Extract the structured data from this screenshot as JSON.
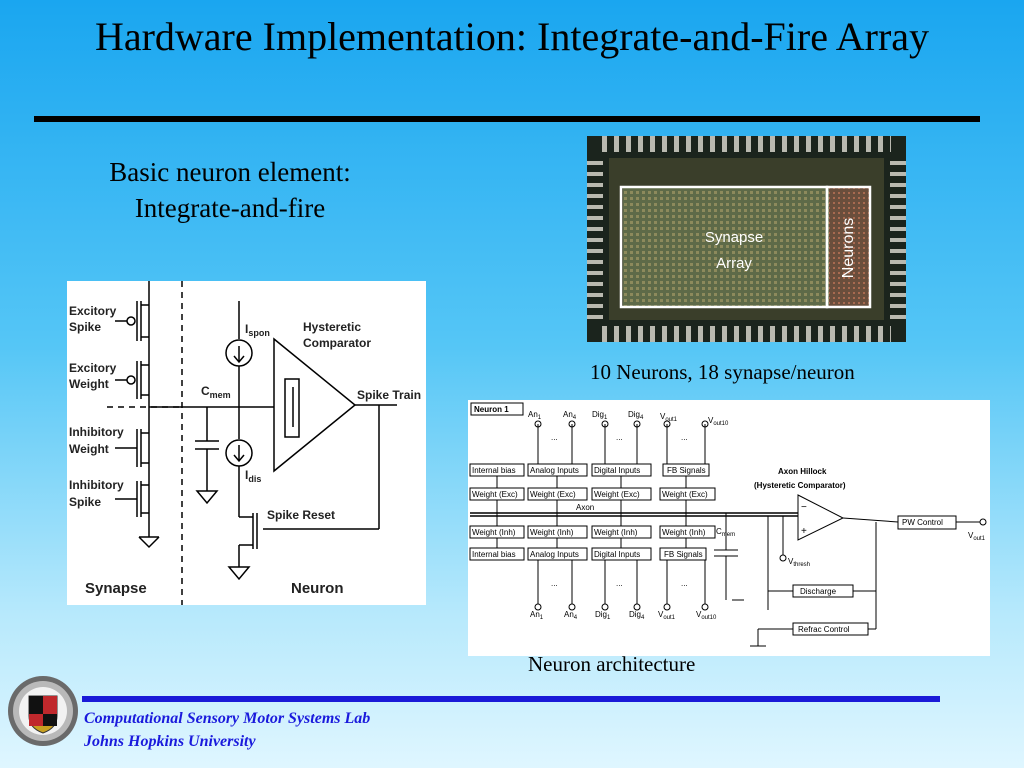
{
  "slide": {
    "title": "Hardware Implementation:  Integrate-and-Fire Array",
    "caption_left_line1": "Basic neuron element:",
    "caption_left_line2": "Integrate-and-fire",
    "chip_caption": "10 Neurons, 18 synapse/neuron",
    "architecture_caption": "Neuron architecture"
  },
  "chip_photo": {
    "synapse_label_line1": "Synapse",
    "synapse_label_line2": "Array",
    "neurons_label": "Neurons"
  },
  "circuit": {
    "excitory_spike": [
      "Excitory",
      "Spike"
    ],
    "excitory_weight": [
      "Excitory",
      "Weight"
    ],
    "inhibitory_weight": [
      "Inhibitory",
      "Weight"
    ],
    "inhibitory_spike": [
      "Inhibitory",
      "Spike"
    ],
    "i_spon": "I",
    "i_spon_sub": "spon",
    "i_dis": "I",
    "i_dis_sub": "dis",
    "c_mem": "C",
    "c_mem_sub": "mem",
    "comparator": [
      "Hysteretic",
      "Comparator"
    ],
    "spike_train": "Spike Train",
    "spike_reset": "Spike Reset",
    "synapse": "Synapse",
    "neuron": "Neuron"
  },
  "architecture": {
    "neuron1": "Neuron 1",
    "an1": "An",
    "an1_sub": "1",
    "an4": "An",
    "an4_sub": "4",
    "dig1": "Dig",
    "dig1_sub": "1",
    "dig4": "Dig",
    "dig4_sub": "4",
    "vout1": "V",
    "vout1_sub": "out1",
    "vout10": "V",
    "vout10_sub": "out10",
    "ellipsis": "...",
    "internal_bias": "Internal bias",
    "analog_inputs": "Analog Inputs",
    "digital_inputs": "Digital Inputs",
    "fb_signals": "FB Signals",
    "weight_exc": "Weight (Exc)",
    "weight_inh": "Weight (Inh)",
    "axon": "Axon",
    "axon_hillock": "Axon Hillock",
    "hysteretic_comparator": "(Hysteretic Comparator)",
    "cmem": "C",
    "cmem_sub": "mem",
    "vthresh": "V",
    "vthresh_sub": "thresh",
    "minus": "−",
    "plus": "+",
    "pw_control": "PW Control",
    "vout1_right": "V",
    "vout1_right_sub": "out1",
    "discharge": "Discharge",
    "refrac_control": "Refrac Control"
  },
  "footer": {
    "lab": "Computational Sensory Motor Systems Lab",
    "university": "Johns Hopkins University"
  }
}
